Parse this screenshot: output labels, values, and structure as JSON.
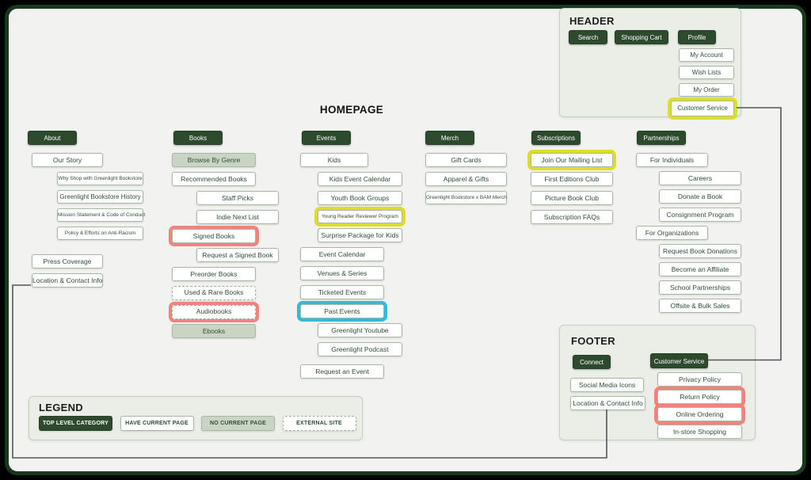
{
  "page_title": "HOMEPAGE",
  "colors": {
    "accent_green": "#2d4a2f",
    "canvas_bg": "#f2f2f0",
    "no_current_page_fill": "#c9d4c5",
    "highlight_red": "#f2837c",
    "highlight_yellow": "#dedd2a",
    "highlight_cyan": "#2ebcd9"
  },
  "header_panel": {
    "title": "HEADER",
    "buttons": [
      {
        "label": "Search"
      },
      {
        "label": "Shopping Cart"
      },
      {
        "label": "Profile"
      }
    ],
    "profile_items": [
      {
        "label": "My Account"
      },
      {
        "label": "Wish Lists"
      },
      {
        "label": "My Order"
      },
      {
        "label": "Customer Service",
        "highlight": "yellow",
        "w": 80,
        "h": 20
      }
    ]
  },
  "columns": [
    {
      "id": "about",
      "label": "About",
      "items": [
        {
          "label": "Our Story"
        },
        {
          "label": "Why Shop with Greenlight Bookstore",
          "level": 1,
          "size": "xs"
        },
        {
          "label": "Greenlight Bookstore History",
          "level": 1,
          "size": "sm"
        },
        {
          "label": "Mission Statement & Code of Conduct",
          "level": 1,
          "size": "xs"
        },
        {
          "label": "Policy & Efforts on Anti-Racism",
          "level": 1,
          "size": "xs"
        },
        {
          "label": "Press Coverage",
          "gap": 18
        },
        {
          "label": "Location & Contact Info"
        }
      ]
    },
    {
      "id": "books",
      "label": "Books",
      "items": [
        {
          "label": "Browse By Genre",
          "status": "no-page"
        },
        {
          "label": "Recommended Books"
        },
        {
          "label": "Staff Picks",
          "level": 1
        },
        {
          "label": "Indie Next List",
          "level": 1
        },
        {
          "label": "Signed Books",
          "highlight": "red"
        },
        {
          "label": "Request a Signed Book",
          "level": 1
        },
        {
          "label": "Preorder Books"
        },
        {
          "label": "Used & Rare Books",
          "status": "external"
        },
        {
          "label": "Audiobooks",
          "status": "external",
          "highlight": "red"
        },
        {
          "label": "Ebooks",
          "status": "no-page"
        }
      ]
    },
    {
      "id": "events",
      "label": "Events",
      "items": [
        {
          "label": "Kids",
          "w": 86
        },
        {
          "label": "Kids Event Calendar",
          "level": 1
        },
        {
          "label": "Youth Book Groups",
          "level": 1
        },
        {
          "label": "Young Reader Reviewer Program",
          "level": 1,
          "size": "xs",
          "highlight": "yellow"
        },
        {
          "label": "Surprise Package for Kids",
          "level": 1
        },
        {
          "label": "Event Calendar"
        },
        {
          "label": "Venues & Series"
        },
        {
          "label": "Ticketed Events"
        },
        {
          "label": "Past Events",
          "highlight": "cyan"
        },
        {
          "label": "Greenlight Youtube",
          "level": 1
        },
        {
          "label": "Greenlight Podcast",
          "level": 1
        },
        {
          "label": "Request an Event",
          "gap": 10
        }
      ]
    },
    {
      "id": "merch",
      "label": "Merch",
      "items": [
        {
          "label": "Gift Cards"
        },
        {
          "label": "Apparel & Gifts"
        },
        {
          "label": "Greenlight Bookstore x BAM Merch",
          "size": "xs"
        }
      ]
    },
    {
      "id": "subscriptions",
      "label": "Subscriptions",
      "items": [
        {
          "label": "Join Our Mailing List",
          "highlight": "yellow"
        },
        {
          "label": "First Editions Club"
        },
        {
          "label": "Picture Book Club"
        },
        {
          "label": "Subscription FAQs"
        }
      ]
    },
    {
      "id": "partnerships",
      "label": "Partnerships",
      "items": [
        {
          "label": "For Individuals"
        },
        {
          "label": "Careers",
          "level": 1
        },
        {
          "label": "Donate a Book",
          "level": 1
        },
        {
          "label": "Consignment Program",
          "level": 1
        },
        {
          "label": "For Organizations"
        },
        {
          "label": "Request Book Donations",
          "level": 1
        },
        {
          "label": "Become an Affiliate",
          "level": 1
        },
        {
          "label": "School Partnerships",
          "level": 1
        },
        {
          "label": "Offsite & Bulk Sales",
          "level": 1
        }
      ]
    }
  ],
  "footer_panel": {
    "title": "FOOTER",
    "connect_label": "Connect",
    "customer_service_label": "Customer Service",
    "connect_items": [
      {
        "label": "Social Media Icons"
      },
      {
        "label": "Location & Contact Info",
        "w": 95
      }
    ],
    "service_items": [
      {
        "label": "Privacy Policy"
      },
      {
        "label": "Return Policy",
        "highlight": "red"
      },
      {
        "label": "Online Ordering",
        "highlight": "red"
      },
      {
        "label": "In-store Shopping"
      }
    ]
  },
  "legend": {
    "title": "LEGEND",
    "items": [
      {
        "label": "TOP LEVEL CATEGORY",
        "status": "top"
      },
      {
        "label": "HAVE CURRENT PAGE",
        "status": "have-page"
      },
      {
        "label": "NO CURRENT PAGE",
        "status": "no-page"
      },
      {
        "label": "EXTERNAL SITE",
        "status": "external"
      }
    ]
  }
}
